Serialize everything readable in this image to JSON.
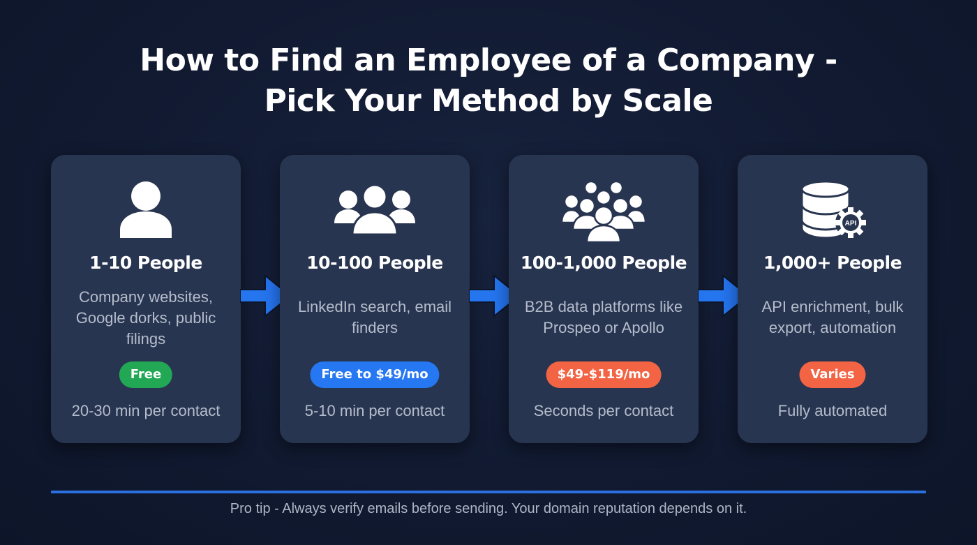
{
  "title": {
    "line1": "How to Find an Employee of a Company -",
    "line2": "Pick Your Method by Scale"
  },
  "cards": [
    {
      "icon": "single-person-icon",
      "heading": "1-10 People",
      "description": "Company websites, Google dorks, public filings",
      "price": "Free",
      "price_color": "#22a854",
      "time": "20-30 min per contact"
    },
    {
      "icon": "group-three-people-icon",
      "heading": "10-100 People",
      "description": "LinkedIn search, email finders",
      "price": "Free to $49/mo",
      "price_color": "#2577f2",
      "time": "5-10 min per contact"
    },
    {
      "icon": "crowd-people-icon",
      "heading": "100-1,000 People",
      "description": "B2B data platforms like Prospeo or Apollo",
      "price": "$49-$119/mo",
      "price_color": "#f26444",
      "time": "Seconds per contact"
    },
    {
      "icon": "database-api-gear-icon",
      "heading": "1,000+ People",
      "description": "API enrichment, bulk export, automation",
      "price": "Varies",
      "price_color": "#f26444",
      "icon_label": "API",
      "time": "Fully automated"
    }
  ],
  "colors": {
    "background": "#111a31",
    "card": "#283550",
    "accent": "#2c6fe0",
    "arrow": "#2575ef"
  },
  "footer": {
    "tip": "Pro tip - Always verify emails before sending. Your domain reputation depends on it."
  }
}
